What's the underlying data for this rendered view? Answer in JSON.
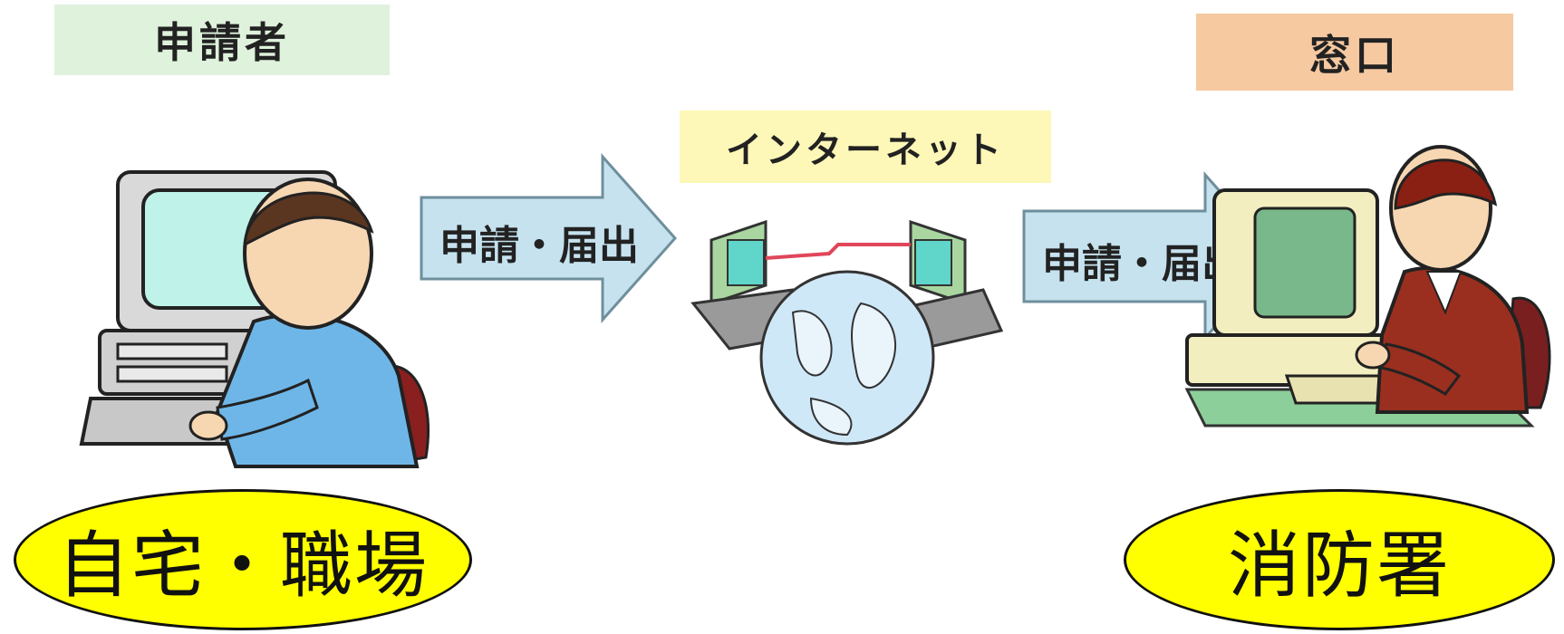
{
  "applicant": {
    "label": "申請者",
    "location": "自宅・職場"
  },
  "network": {
    "label": "インターネット"
  },
  "office": {
    "label": "窓口",
    "location": "消防署"
  },
  "flow": {
    "arrow1_label": "申請・届出",
    "arrow2_label": "申請・届出"
  },
  "colors": {
    "applicant_label_bg": "#dff2dc",
    "network_label_bg": "#fdf8b8",
    "office_label_bg": "#f6c9a0",
    "arrow_fill": "#c6e2ef",
    "arrow_stroke": "#6f8f9d",
    "oval_fill": "#ffff00"
  }
}
